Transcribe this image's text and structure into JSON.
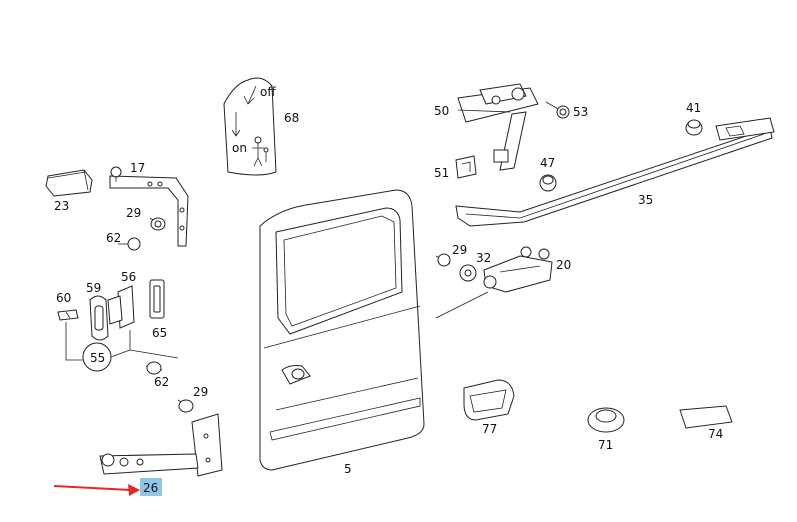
{
  "diagram": {
    "callouts": [
      {
        "id": "c-68",
        "text": "68"
      },
      {
        "id": "c-50",
        "text": "50"
      },
      {
        "id": "c-53",
        "text": "53"
      },
      {
        "id": "c-41",
        "text": "41"
      },
      {
        "id": "c-17",
        "text": "17"
      },
      {
        "id": "c-23",
        "text": "23"
      },
      {
        "id": "c-29a",
        "text": "29"
      },
      {
        "id": "c-51",
        "text": "51"
      },
      {
        "id": "c-47",
        "text": "47"
      },
      {
        "id": "c-35",
        "text": "35"
      },
      {
        "id": "c-62a",
        "text": "62"
      },
      {
        "id": "c-29b",
        "text": "29"
      },
      {
        "id": "c-32",
        "text": "32"
      },
      {
        "id": "c-20",
        "text": "20"
      },
      {
        "id": "c-59",
        "text": "59"
      },
      {
        "id": "c-56",
        "text": "56"
      },
      {
        "id": "c-60",
        "text": "60"
      },
      {
        "id": "c-65",
        "text": "65"
      },
      {
        "id": "c-55",
        "text": "55"
      },
      {
        "id": "c-62b",
        "text": "62"
      },
      {
        "id": "c-29c",
        "text": "29"
      },
      {
        "id": "c-77",
        "text": "77"
      },
      {
        "id": "c-71",
        "text": "71"
      },
      {
        "id": "c-74",
        "text": "74"
      },
      {
        "id": "c-5",
        "text": "5"
      },
      {
        "id": "c-26",
        "text": "26"
      }
    ],
    "sticker": {
      "top_text": "off",
      "bottom_text": "on"
    },
    "highlight_color": "#8fc6e8",
    "arrow_color": "#e8262a"
  }
}
